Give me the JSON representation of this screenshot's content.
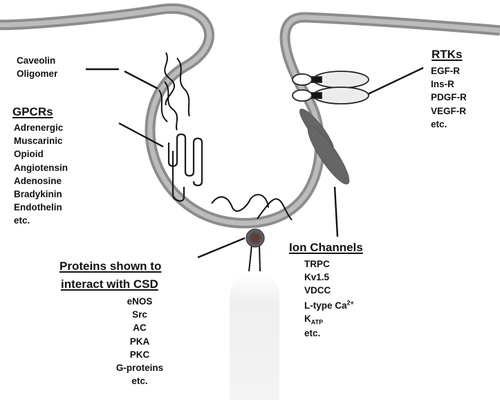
{
  "caveolin": {
    "label_line1": "Caveolin",
    "label_line2": "Oligomer"
  },
  "gpcrs": {
    "heading": "GPCRs",
    "items": [
      "Adrenergic",
      "Muscarinic",
      "Opioid",
      "Angiotensin",
      "Adenosine",
      "Bradykinin",
      "Endothelin",
      "etc."
    ]
  },
  "rtks": {
    "heading": "RTKs",
    "items": [
      "EGF-R",
      "Ins-R",
      "PDGF-R",
      "VEGF-R",
      "etc."
    ]
  },
  "ion_channels": {
    "heading": "Ion Channels",
    "items": [
      "TRPC",
      "Kv1.5",
      "VDCC"
    ],
    "ca_item": {
      "text": "L-type Ca",
      "sup": "2+"
    },
    "katp_item": {
      "text": "K",
      "sub": "ATP"
    },
    "last": "etc."
  },
  "csd_proteins": {
    "heading_line1": "Proteins shown to",
    "heading_line2": "interact with CSD",
    "items": [
      "eNOS",
      "Src",
      "AC",
      "PKA",
      "PKC",
      "G-proteins",
      "etc."
    ]
  },
  "colors": {
    "membrane_outer": "#8c8c8c",
    "membrane_inner": "#b6b6b6",
    "ion_channel": "#666666",
    "csd_protein": "#555555",
    "receptor_fill": "#ececec"
  }
}
